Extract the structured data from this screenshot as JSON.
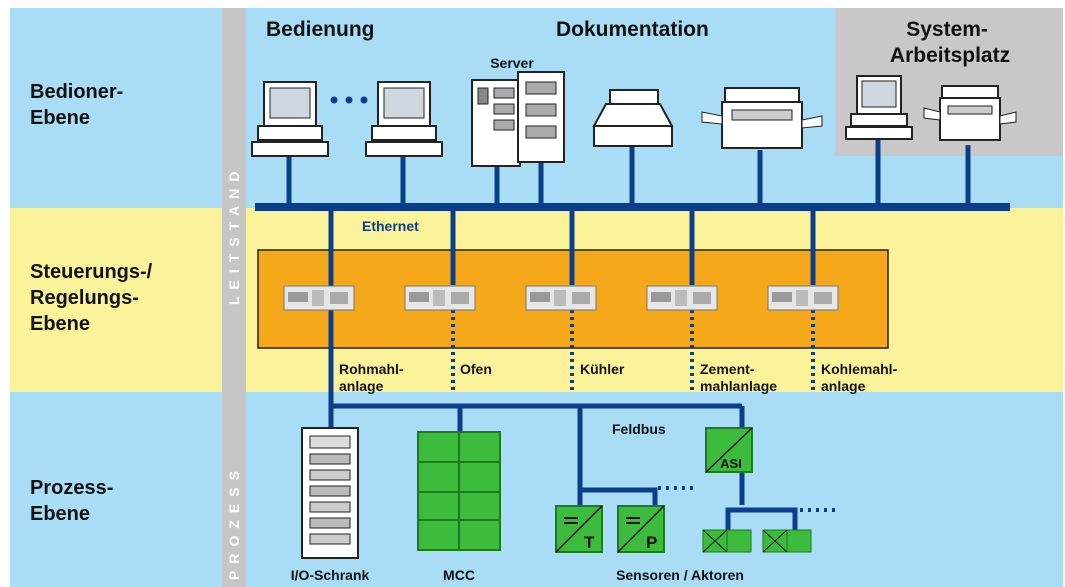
{
  "levels": {
    "bediener": [
      "Bedioner-",
      "Ebene"
    ],
    "steuerung": [
      "Steuerungs-/",
      "Regelungs-",
      "Ebene"
    ],
    "prozess": [
      "Prozess-",
      "Ebene"
    ]
  },
  "strips": {
    "top": "LEITSTAND",
    "bottom": "PROZESS"
  },
  "headers": {
    "bedienung": "Bedienung",
    "dokumentation": "Dokumentation",
    "system": [
      "System-",
      "Arbeitsplatz"
    ],
    "server": "Server"
  },
  "networks": {
    "ethernet": "Ethernet",
    "feldbus": "Feldbus"
  },
  "controllers": [
    [
      "Rohmahl-",
      "anlage"
    ],
    [
      "Ofen"
    ],
    [
      "Kühler"
    ],
    [
      "Zement-",
      "mahlanlage"
    ],
    [
      "Kohlemahl-",
      "anlage"
    ]
  ],
  "devices": {
    "io": "I/O-Schrank",
    "mcc": "MCC",
    "sensors": "Sensoren / Aktoren",
    "asi": "ASI",
    "t": "T",
    "p": "P"
  },
  "colors": {
    "blue_band": "#a9dcf5",
    "yellow_band": "#fbf39a",
    "gray_strip": "#c6c6c6",
    "system_area": "#c8c8c8",
    "orange_box": "#f4a81a",
    "bus_blue": "#0b3d8a",
    "green_device": "#3dbb3d"
  }
}
